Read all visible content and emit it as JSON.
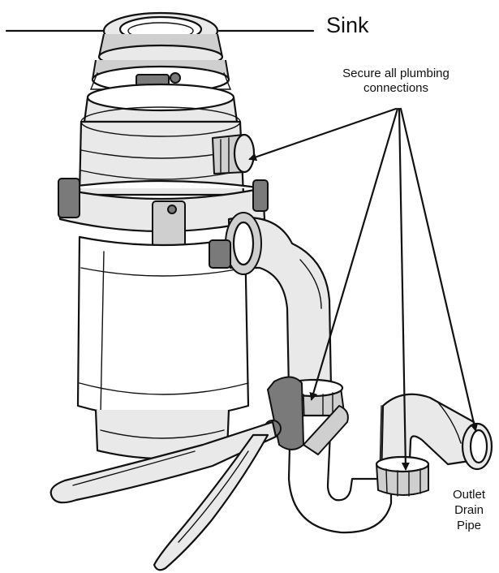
{
  "labels": {
    "sink": "Sink",
    "secure_line1": "Secure all plumbing",
    "secure_line2": "connections",
    "outlet_line1": "Outlet",
    "outlet_line2": "Drain",
    "outlet_line3": "Pipe"
  },
  "colors": {
    "ink": "#111111",
    "shade_light": "#e9e9e9",
    "shade_mid": "#cfcfcf",
    "shade_dark": "#7a7a7a"
  }
}
